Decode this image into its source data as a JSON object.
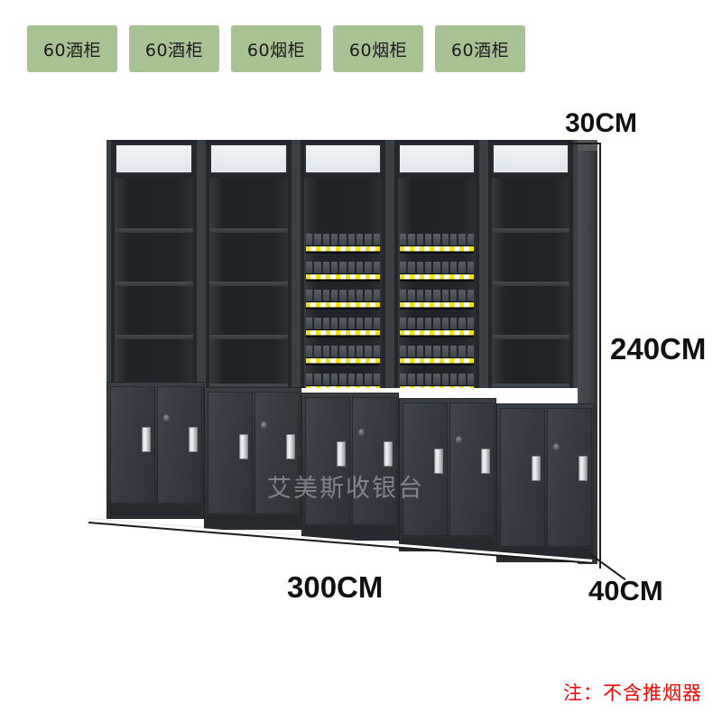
{
  "product": {
    "labels": [
      {
        "text": "60酒柜",
        "type": "wine"
      },
      {
        "text": "60酒柜",
        "type": "wine"
      },
      {
        "text": "60烟柜",
        "type": "cigarette"
      },
      {
        "text": "60烟柜",
        "type": "cigarette"
      },
      {
        "text": "60酒柜",
        "type": "wine"
      }
    ],
    "dimensions": {
      "top": "30CM",
      "height": "240CM",
      "width": "300CM",
      "depth": "40CM"
    },
    "watermark": "艾美斯收银台",
    "note": "注：不含推烟器",
    "colors": {
      "chip_background": "#a8c293",
      "cabinet_body": "#32363b",
      "cabinet_dark": "#24282b",
      "header_panel": "#e8eef2",
      "rail_yellow": "#f4e400",
      "note_red": "#ff0000",
      "dimension_text": "#111111"
    },
    "structure": {
      "bay_count": 5,
      "wine_shelves_per_bay": 4,
      "cigarette_rows_per_bay": 6,
      "base_cabinet_count": 5,
      "doors_per_base_cabinet": 2
    }
  }
}
